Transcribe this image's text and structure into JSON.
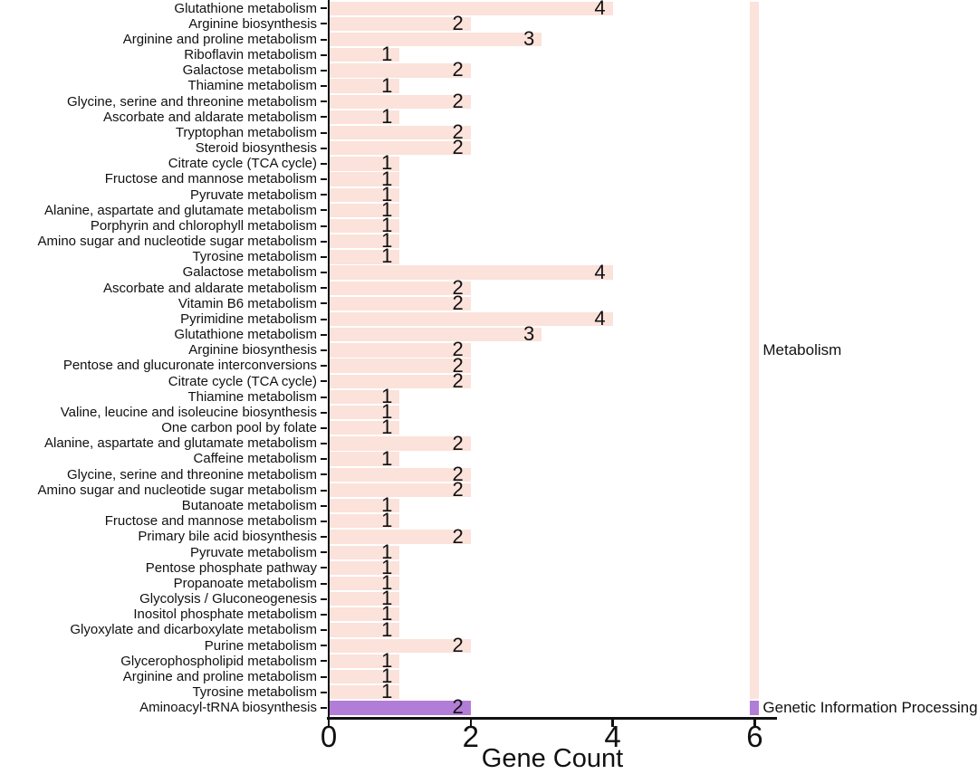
{
  "chart_data": {
    "type": "bar",
    "orientation": "horizontal",
    "title": "",
    "xlabel": "Gene Count",
    "ylabel": "",
    "xlim": [
      0,
      6.3
    ],
    "xticks": [
      0,
      2,
      4,
      6
    ],
    "grid": false,
    "legend_position": "none",
    "value_labels_shown": true,
    "groups": [
      {
        "name": "Metabolism",
        "color": "#FBE2DA"
      },
      {
        "name": "Genetic Information Processing",
        "color": "#B17DD6"
      }
    ],
    "right_category_strip": {
      "x_value": 6,
      "note": "thin vertical strip colored by pathway group with group labels at right"
    },
    "rows": [
      {
        "label": "Glutathione metabolism",
        "value": 4,
        "group": "Metabolism"
      },
      {
        "label": "Arginine biosynthesis",
        "value": 2,
        "group": "Metabolism"
      },
      {
        "label": "Arginine and proline metabolism",
        "value": 3,
        "group": "Metabolism"
      },
      {
        "label": "Riboflavin metabolism",
        "value": 1,
        "group": "Metabolism"
      },
      {
        "label": "Galactose metabolism",
        "value": 2,
        "group": "Metabolism"
      },
      {
        "label": "Thiamine metabolism",
        "value": 1,
        "group": "Metabolism"
      },
      {
        "label": "Glycine, serine and threonine metabolism",
        "value": 2,
        "group": "Metabolism"
      },
      {
        "label": "Ascorbate and aldarate metabolism",
        "value": 1,
        "group": "Metabolism"
      },
      {
        "label": "Tryptophan metabolism",
        "value": 2,
        "group": "Metabolism"
      },
      {
        "label": "Steroid biosynthesis",
        "value": 2,
        "group": "Metabolism"
      },
      {
        "label": "Citrate cycle (TCA cycle)",
        "value": 1,
        "group": "Metabolism"
      },
      {
        "label": "Fructose and mannose metabolism",
        "value": 1,
        "group": "Metabolism"
      },
      {
        "label": "Pyruvate metabolism",
        "value": 1,
        "group": "Metabolism"
      },
      {
        "label": "Alanine, aspartate and glutamate metabolism",
        "value": 1,
        "group": "Metabolism"
      },
      {
        "label": "Porphyrin and chlorophyll metabolism",
        "value": 1,
        "group": "Metabolism"
      },
      {
        "label": "Amino sugar and nucleotide sugar metabolism",
        "value": 1,
        "group": "Metabolism"
      },
      {
        "label": "Tyrosine metabolism",
        "value": 1,
        "group": "Metabolism"
      },
      {
        "label": "Galactose metabolism",
        "value": 4,
        "group": "Metabolism"
      },
      {
        "label": "Ascorbate and aldarate metabolism",
        "value": 2,
        "group": "Metabolism"
      },
      {
        "label": "Vitamin B6 metabolism",
        "value": 2,
        "group": "Metabolism"
      },
      {
        "label": "Pyrimidine metabolism",
        "value": 4,
        "group": "Metabolism"
      },
      {
        "label": "Glutathione metabolism",
        "value": 3,
        "group": "Metabolism"
      },
      {
        "label": "Arginine biosynthesis",
        "value": 2,
        "group": "Metabolism"
      },
      {
        "label": "Pentose and glucuronate interconversions",
        "value": 2,
        "group": "Metabolism"
      },
      {
        "label": "Citrate cycle (TCA cycle)",
        "value": 2,
        "group": "Metabolism"
      },
      {
        "label": "Thiamine metabolism",
        "value": 1,
        "group": "Metabolism"
      },
      {
        "label": "Valine, leucine and isoleucine biosynthesis",
        "value": 1,
        "group": "Metabolism"
      },
      {
        "label": "One carbon pool by folate",
        "value": 1,
        "group": "Metabolism"
      },
      {
        "label": "Alanine, aspartate and glutamate metabolism",
        "value": 2,
        "group": "Metabolism"
      },
      {
        "label": "Caffeine metabolism",
        "value": 1,
        "group": "Metabolism"
      },
      {
        "label": "Glycine, serine and threonine metabolism",
        "value": 2,
        "group": "Metabolism"
      },
      {
        "label": "Amino sugar and nucleotide sugar metabolism",
        "value": 2,
        "group": "Metabolism"
      },
      {
        "label": "Butanoate metabolism",
        "value": 1,
        "group": "Metabolism"
      },
      {
        "label": "Fructose and mannose metabolism",
        "value": 1,
        "group": "Metabolism"
      },
      {
        "label": "Primary bile acid biosynthesis",
        "value": 2,
        "group": "Metabolism"
      },
      {
        "label": "Pyruvate metabolism",
        "value": 1,
        "group": "Metabolism"
      },
      {
        "label": "Pentose phosphate pathway",
        "value": 1,
        "group": "Metabolism"
      },
      {
        "label": "Propanoate metabolism",
        "value": 1,
        "group": "Metabolism"
      },
      {
        "label": "Glycolysis / Gluconeogenesis",
        "value": 1,
        "group": "Metabolism"
      },
      {
        "label": "Inositol phosphate metabolism",
        "value": 1,
        "group": "Metabolism"
      },
      {
        "label": "Glyoxylate and dicarboxylate metabolism",
        "value": 1,
        "group": "Metabolism"
      },
      {
        "label": "Purine metabolism",
        "value": 2,
        "group": "Metabolism"
      },
      {
        "label": "Glycerophospholipid metabolism",
        "value": 1,
        "group": "Metabolism"
      },
      {
        "label": "Arginine and proline metabolism",
        "value": 1,
        "group": "Metabolism"
      },
      {
        "label": "Tyrosine metabolism",
        "value": 1,
        "group": "Metabolism"
      },
      {
        "label": "Aminoacyl-tRNA biosynthesis",
        "value": 2,
        "group": "Genetic Information Processing"
      }
    ]
  },
  "colors": {
    "axis": "#111111",
    "text": "#111111",
    "metabolism_bar": "#FBE2DA",
    "genetic_info_bar": "#B17DD6",
    "background": "#ffffff"
  }
}
